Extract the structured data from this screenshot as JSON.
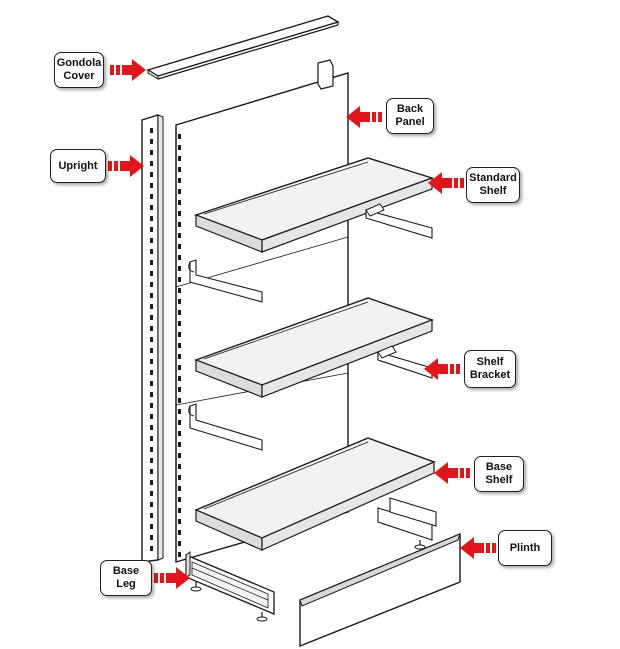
{
  "labels": {
    "gondola_cover": [
      "Gondola",
      "Cover"
    ],
    "back_panel": [
      "Back",
      "Panel"
    ],
    "upright": [
      "Upright"
    ],
    "standard_shelf": [
      "Standard",
      "Shelf"
    ],
    "shelf_bracket": [
      "Shelf",
      "Bracket"
    ],
    "base_shelf": [
      "Base",
      "Shelf"
    ],
    "plinth": [
      "Plinth"
    ],
    "base_leg": [
      "Base",
      "Leg"
    ]
  },
  "colors": {
    "arrow": "#e0161b",
    "line": "#1a1a1a",
    "panel_fill": "#ffffff",
    "shelf_top": "#f2f2f2",
    "shelf_front": "#dcdcdc"
  },
  "icons": {
    "pointer": "red-block-arrow-icon"
  }
}
